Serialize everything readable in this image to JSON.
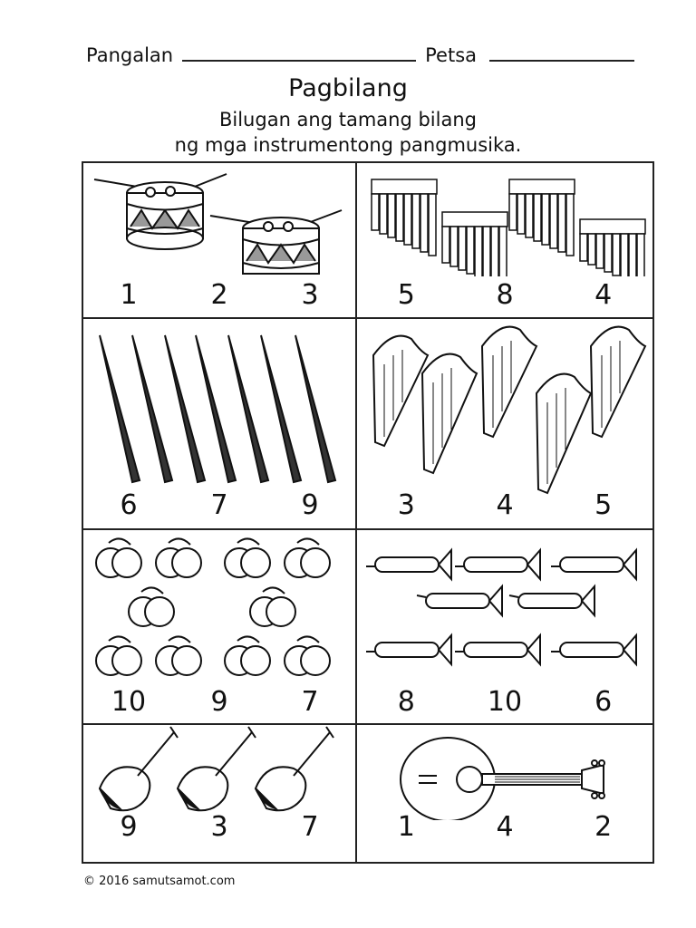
{
  "header": {
    "name_label": "Pangalan",
    "date_label": "Petsa",
    "title": "Pagbilang",
    "instruction_line1": "Bilugan ang tamang bilang",
    "instruction_line2": "ng mga instrumentong pangmusika."
  },
  "cells": [
    {
      "instrument": "drum-icon",
      "choices": [
        "1",
        "2",
        "3"
      ]
    },
    {
      "instrument": "pan-flute-icon",
      "choices": [
        "5",
        "8",
        "4"
      ]
    },
    {
      "instrument": "clarinet-icon",
      "choices": [
        "6",
        "7",
        "9"
      ]
    },
    {
      "instrument": "harp-icon",
      "choices": [
        "3",
        "4",
        "5"
      ]
    },
    {
      "instrument": "castanets-icon",
      "choices": [
        "10",
        "9",
        "7"
      ]
    },
    {
      "instrument": "trumpet-icon",
      "choices": [
        "8",
        "10",
        "6"
      ]
    },
    {
      "instrument": "violin-icon",
      "choices": [
        "9",
        "3",
        "7"
      ]
    },
    {
      "instrument": "lute-icon",
      "choices": [
        "1",
        "4",
        "2"
      ]
    }
  ],
  "footer": {
    "copyright": "© 2016 samutsamot.com"
  }
}
